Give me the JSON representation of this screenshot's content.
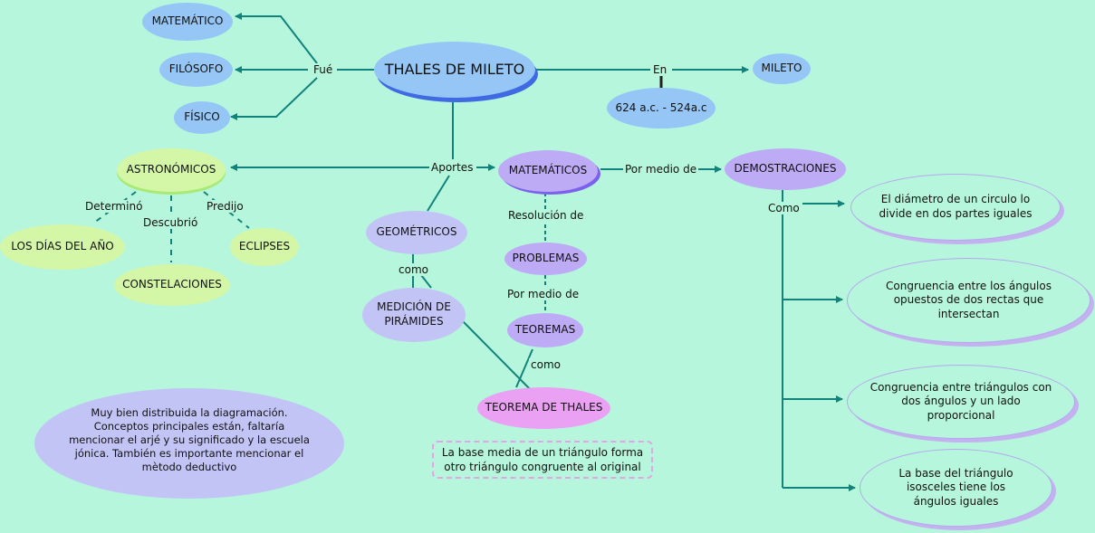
{
  "colors": {
    "background": "#b6f6dc",
    "connector": "#12837a",
    "concept_blue": "#95c6f6",
    "concept_green": "#d4f6a7",
    "concept_purple": "#bdabf6",
    "concept_pink": "#eaa1f3",
    "comment_bubble": "#c2c4f6"
  },
  "central": {
    "title": "THALES DE MILETO"
  },
  "left_branch": {
    "link": "Fué",
    "items": [
      "MATEMÁTICO",
      "FILÓSOFO",
      "FÍSICO"
    ]
  },
  "right_branch": {
    "link": "En",
    "place": "MILETO",
    "dates": "624 a.c. - 524a.c"
  },
  "aportes": {
    "link": "Aportes",
    "astronomicos": {
      "title": "ASTRONÓMICOS",
      "links": [
        "Determinó",
        "Descubrió",
        "Predijo"
      ],
      "items": [
        "LOS DÍAS DEL AÑO",
        "CONSTELACIONES",
        "ECLIPSES"
      ]
    },
    "geometricos": {
      "title": "GEOMÉTRICOS",
      "link": "como",
      "item": "MEDICIÓN DE PIRÁMIDES"
    },
    "matematicos": {
      "title": "MATEMÁTICOS",
      "link_resolucion": "Resolución de",
      "problemas": "PROBLEMAS",
      "link_medio": "Por medio de",
      "teoremas": "TEOREMAS",
      "link_como": "como",
      "teorema": "TEOREMA DE THALES",
      "note": "La base media de un triángulo forma otro triángulo congruente al original"
    },
    "demostraciones": {
      "link": "Por medio de",
      "title": "DEMOSTRACIONES",
      "link_como": "Como",
      "items": [
        "El diámetro de un circulo lo divide en dos partes iguales",
        "Congruencia entre los ángulos opuestos de dos rectas que intersectan",
        "Congruencia entre triángulos con dos ángulos y un lado proporcional",
        "La base del triángulo isosceles tiene los ángulos iguales"
      ]
    }
  },
  "comment": "Muy bien distribuida la diagramación.   Conceptos principales están, faltaría mencionar el arjé y su significado y la escuela jónica.  También es importante mencionar el mètodo deductivo"
}
